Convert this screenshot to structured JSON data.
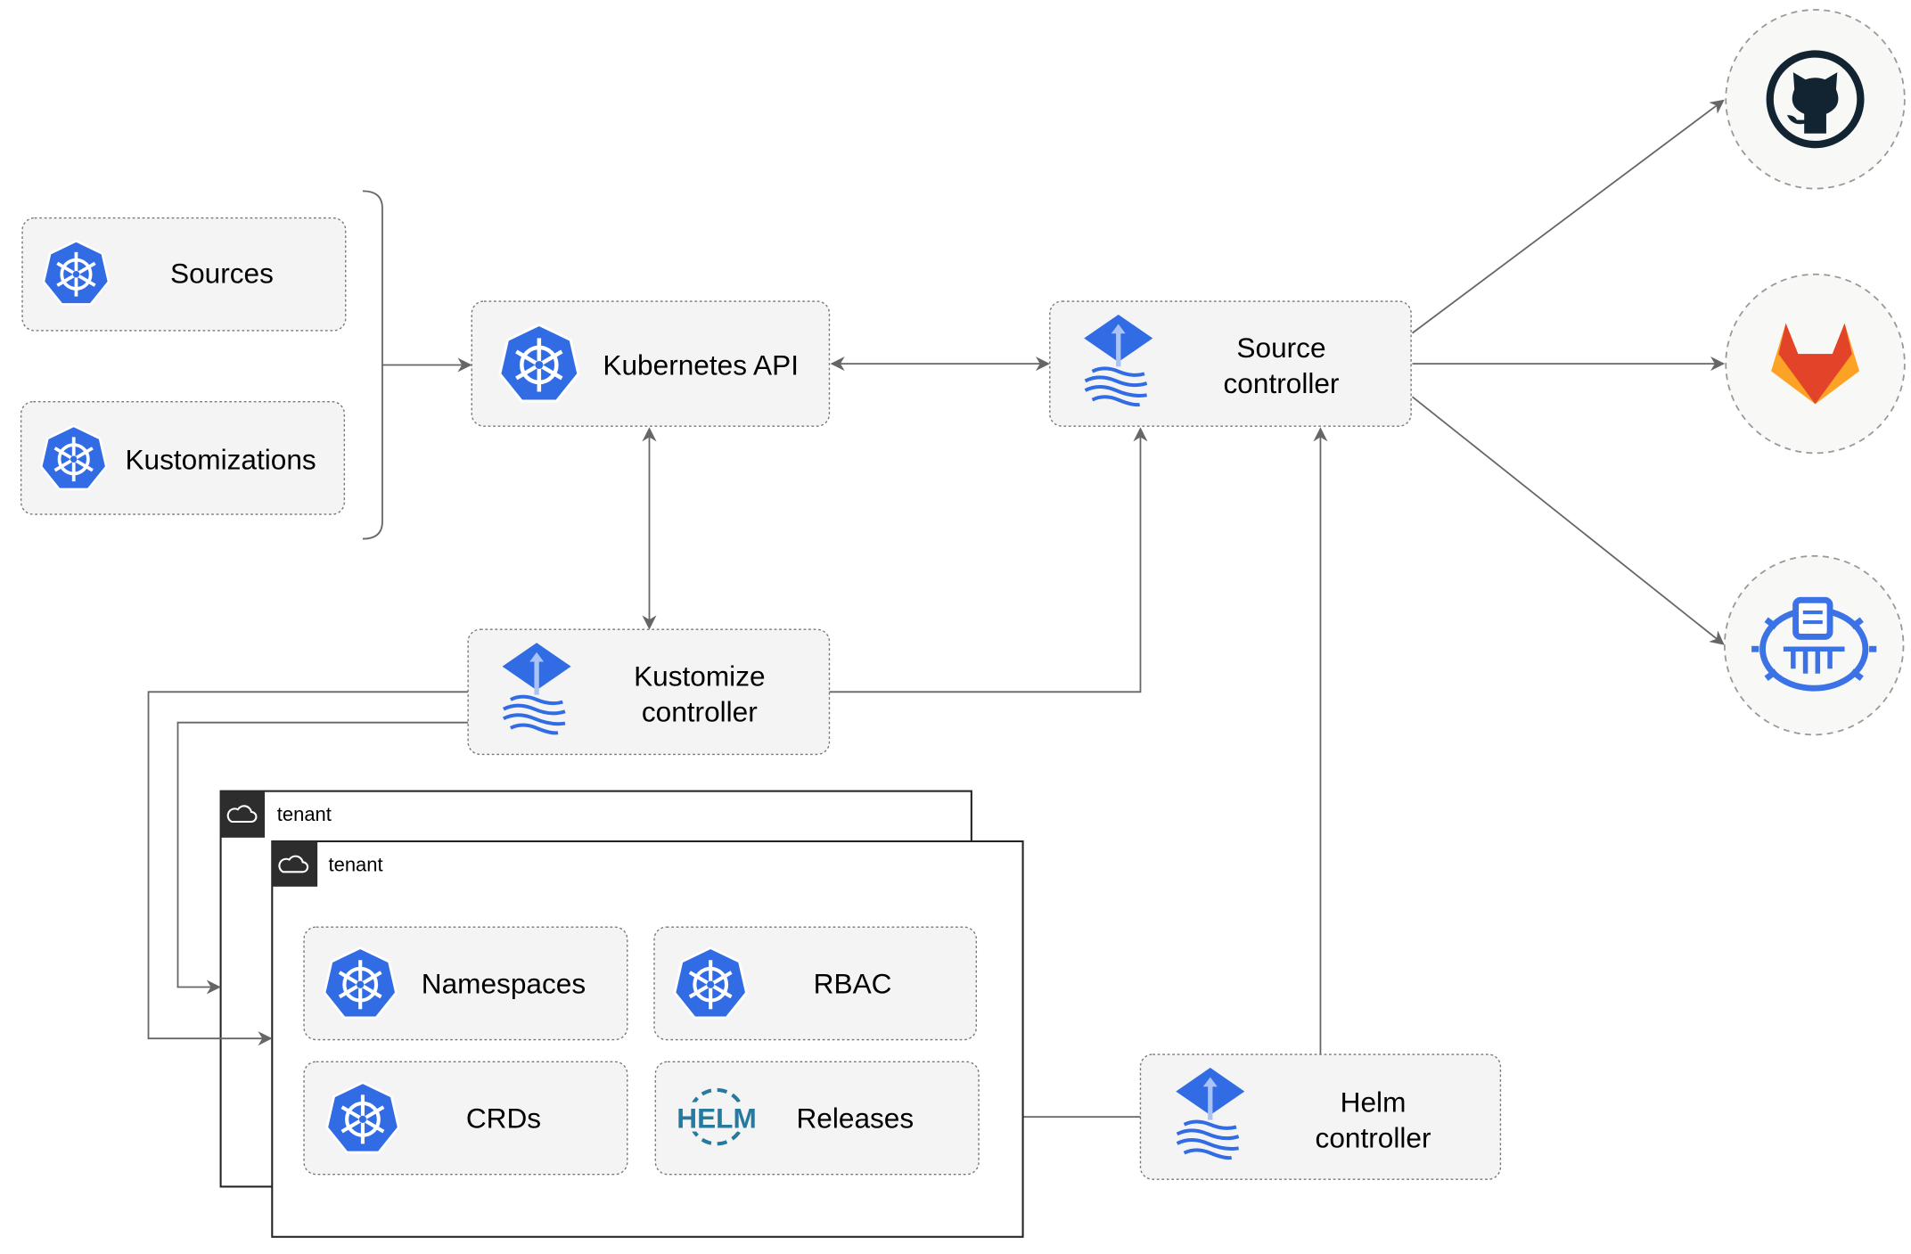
{
  "nodes": {
    "sources": "Sources",
    "kustomizations": "Kustomizations",
    "kubernetes_api": "Kubernetes API",
    "source_controller": [
      "Source",
      "controller"
    ],
    "kustomize_controller": [
      "Kustomize",
      "controller"
    ],
    "helm_controller": [
      "Helm",
      "controller"
    ],
    "namespaces": "Namespaces",
    "rbac": "RBAC",
    "crds": "CRDs",
    "releases": "Releases"
  },
  "tenants": [
    "tenant",
    "tenant"
  ],
  "helm_logo_text": "HELM",
  "external_sources": [
    "github-icon",
    "gitlab-icon",
    "helm-repository-icon"
  ],
  "colors": {
    "kubernetes_blue": "#326ce5",
    "edge": "#666666",
    "gitlab_orange": "#e24329",
    "github_dark": "#122331",
    "helm_teal": "#277a9f"
  }
}
